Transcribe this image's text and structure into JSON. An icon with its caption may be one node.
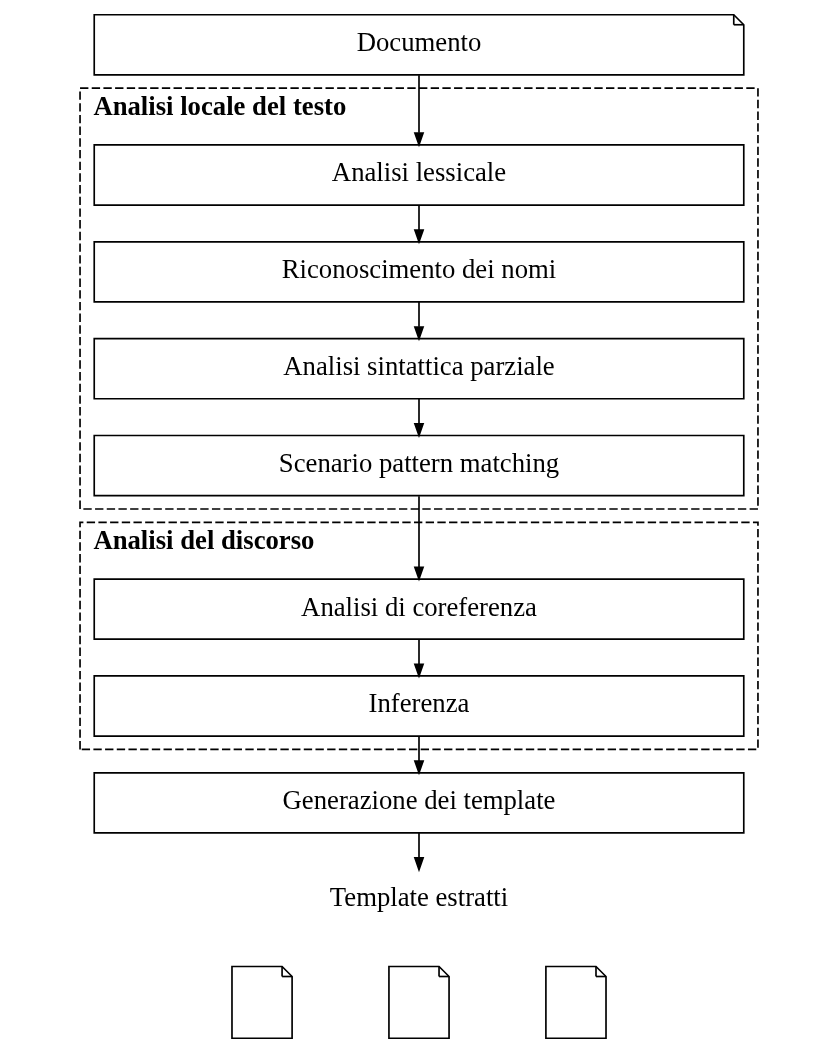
{
  "diagram": {
    "nodes": [
      {
        "text": [
          "Documento"
        ]
      },
      {
        "text": [
          "Analisi locale del testo"
        ]
      },
      {
        "text": [
          "Analisi lessicale"
        ],
        "in": 1
      },
      {
        "text": [
          "Riconoscimento dei nomi"
        ],
        "in": 1
      },
      {
        "text": [
          "Analisi sintattica parziale"
        ],
        "in": 1
      },
      {
        "text": [
          "Scenario pattern matching"
        ],
        "in": 1
      },
      {
        "text": [
          "Analisi del discorso"
        ]
      },
      {
        "text": [
          "Analisi di coreferenza"
        ],
        "in": 6
      },
      {
        "text": [
          "Inferenza"
        ],
        "in": 6
      },
      {
        "text": [
          "Generazione dei template"
        ]
      },
      {
        "text": [
          "Template estratti"
        ]
      },
      {
        "text": [],
        "shape": "document"
      },
      {
        "text": [],
        "shape": "document"
      },
      {
        "text": [],
        "shape": "document"
      }
    ],
    "edges": [
      {
        "from": 0,
        "to": 2,
        "arrow": "to"
      },
      {
        "from": 2,
        "to": 3,
        "arrow": "to"
      },
      {
        "from": 3,
        "to": 4,
        "arrow": "to"
      },
      {
        "from": 4,
        "to": 5,
        "arrow": "to"
      },
      {
        "from": 5,
        "to": 7,
        "arrow": "to"
      },
      {
        "from": 7,
        "to": 8,
        "arrow": "to"
      },
      {
        "from": 8,
        "to": 9,
        "arrow": "to"
      },
      {
        "from": 9,
        "to": 10,
        "arrow": "to"
      }
    ]
  }
}
